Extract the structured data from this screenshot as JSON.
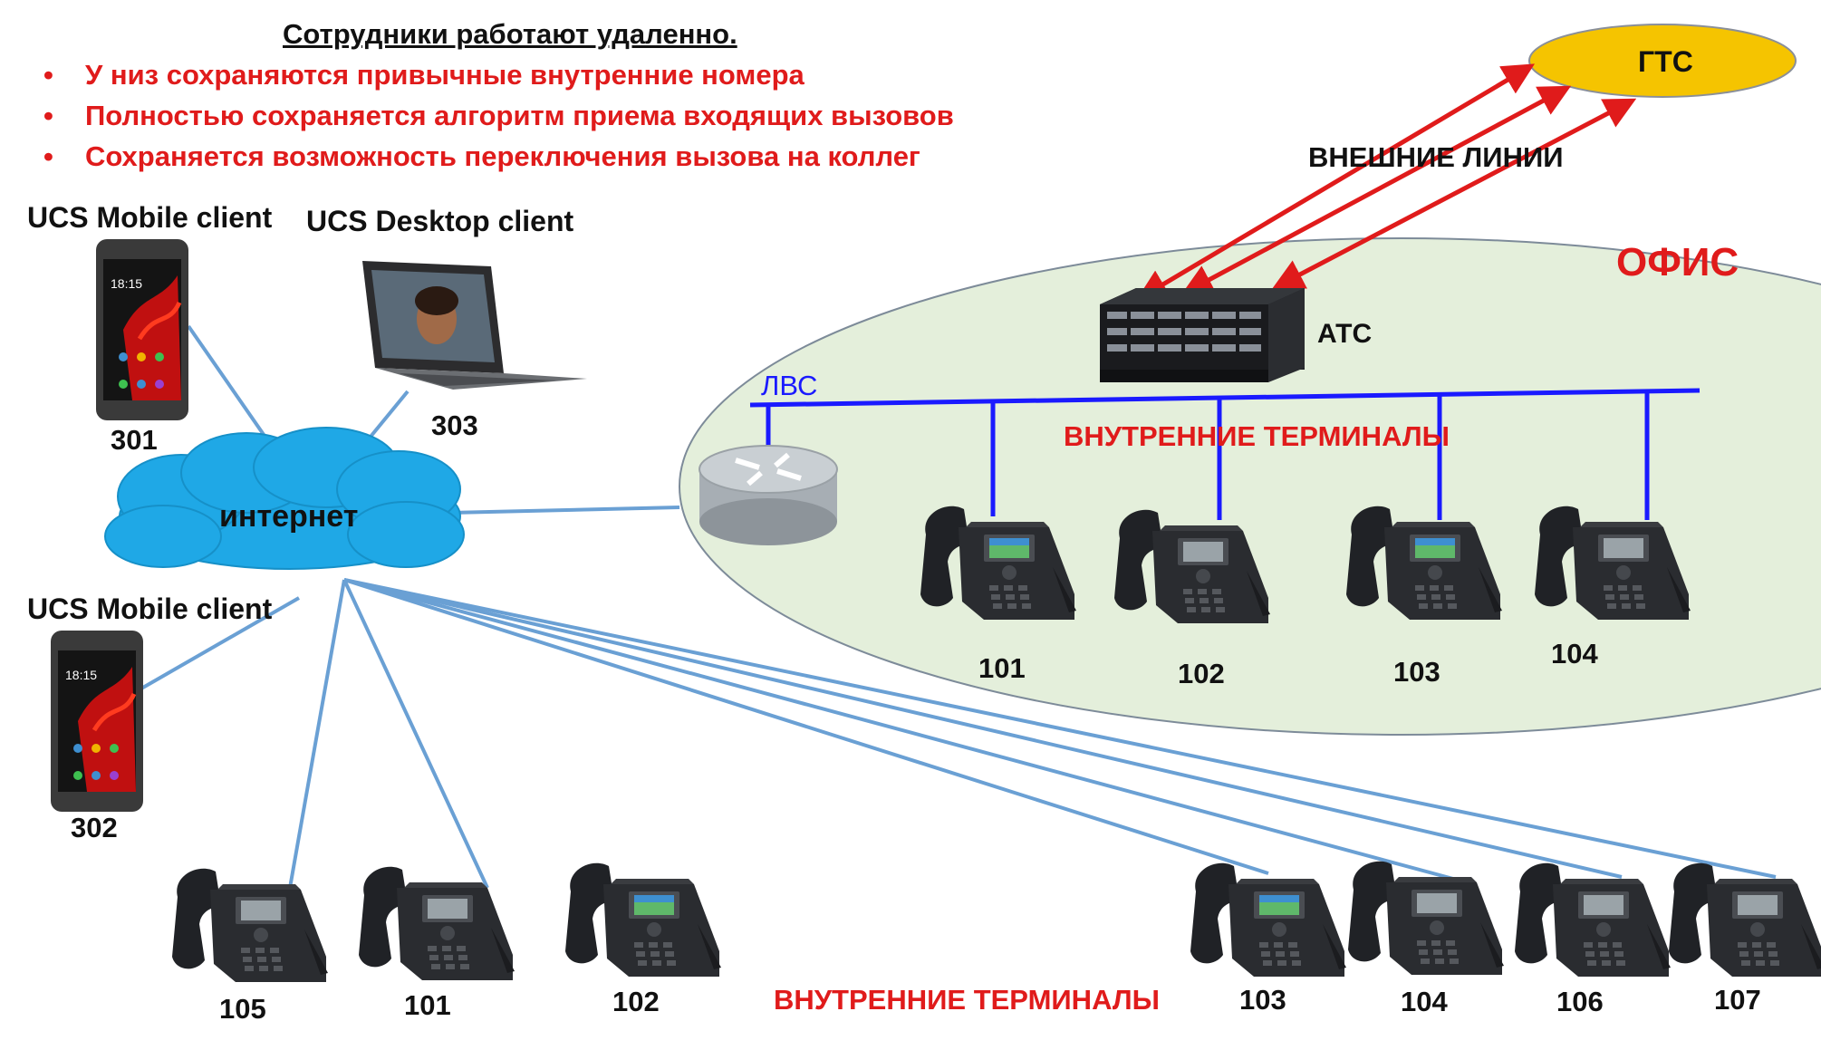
{
  "header": {
    "title": "Сотрудники работают удаленно.",
    "bullets": [
      "У низ сохраняются привычные внутренние номера",
      "Полностью сохраняется алгоритм приема входящих вызовов",
      "Сохраняется возможность переключения вызова на коллег"
    ]
  },
  "nodes": {
    "gts": "ГТС",
    "external_lines": "ВНЕШНИЕ ЛИНИИ",
    "office": "ОФИС",
    "pbx": "АТС",
    "lan": "ЛВС",
    "internet": "интернет",
    "internal_terminals_office": "ВНУТРЕННИЕ ТЕРМИНАЛЫ",
    "internal_terminals_remote": "ВНУТРЕННИЕ ТЕРМИНАЛЫ"
  },
  "clients": {
    "mobile_1_label": "UCS Mobile client",
    "mobile_1_number": "301",
    "mobile_1_time": "18:15",
    "desktop_label": "UCS Desktop client",
    "desktop_number": "303",
    "mobile_2_label": "UCS Mobile client",
    "mobile_2_number": "302",
    "mobile_2_time": "18:15"
  },
  "office_phones": [
    "101",
    "102",
    "103",
    "104"
  ],
  "remote_phones": [
    "105",
    "101",
    "102",
    "103",
    "104",
    "106",
    "107"
  ],
  "colors": {
    "accent_red": "#e01b1b",
    "lan_blue": "#1a1aff",
    "link_blue": "#6aa0d4",
    "office_fill": "#e4efdb",
    "gts_fill": "#f5c400",
    "cloud_fill": "#1fa8e6"
  }
}
